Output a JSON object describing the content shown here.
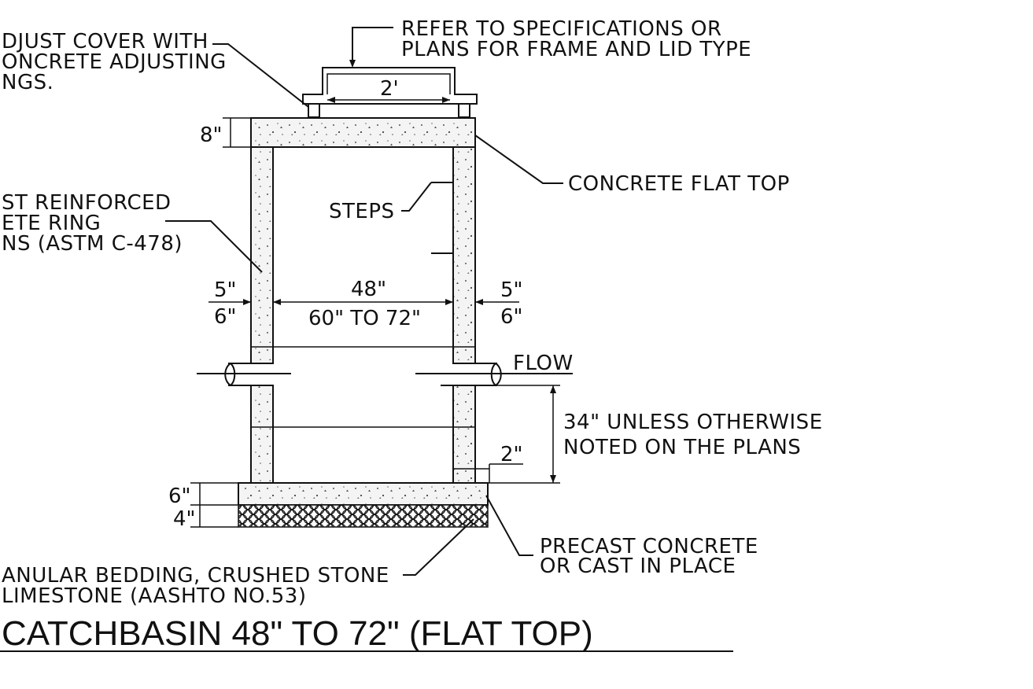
{
  "title": "CATCHBASIN 48\" TO 72\" (FLAT TOP)",
  "notes": {
    "adjust_cover": [
      "DJUST COVER WITH",
      "ONCRETE ADJUSTING",
      "NGS."
    ],
    "frame_lid": [
      "REFER TO SPECIFICATIONS OR",
      "PLANS FOR FRAME AND LID TYPE"
    ],
    "flat_top": "CONCRETE FLAT TOP",
    "ring_sections": [
      "ST REINFORCED",
      "ETE RING",
      "NS (ASTM C-478)"
    ],
    "steps": "STEPS",
    "flow": "FLOW",
    "sump": [
      "34\" UNLESS OTHERWISE",
      "NOTED ON THE PLANS"
    ],
    "base": [
      "PRECAST CONCRETE",
      "OR CAST IN PLACE"
    ],
    "bedding": [
      "ANULAR BEDDING, CRUSHED STONE",
      "LIMESTONE (AASHTO NO.53)"
    ]
  },
  "dimensions": {
    "opening": "2'",
    "top_thickness": "8\"",
    "wall_left_top": "5\"",
    "wall_left_bottom": "6\"",
    "wall_right_top": "5\"",
    "wall_right_bottom": "6\"",
    "inside_top": "48\"",
    "inside_bottom": "60\" TO 72\"",
    "base_thickness": "6\"",
    "bedding_thickness": "4\"",
    "offset": "2\""
  },
  "colors": {
    "ink": "#111111",
    "paper": "#ffffff"
  }
}
